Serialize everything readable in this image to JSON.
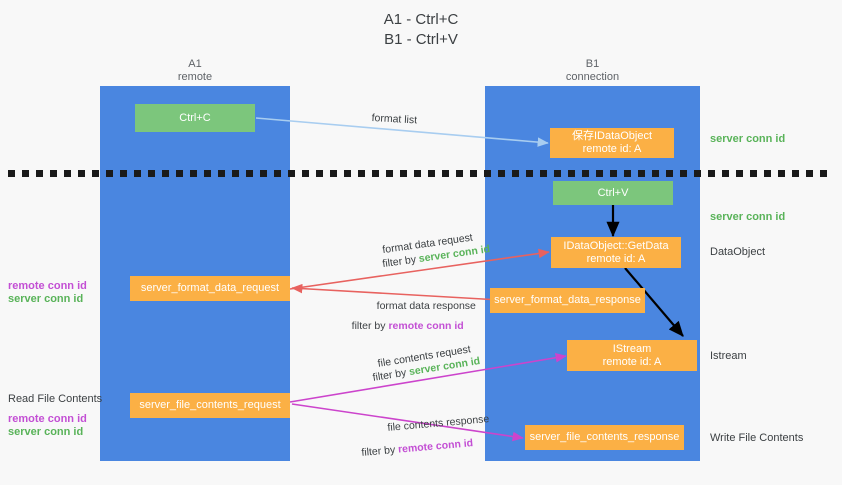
{
  "title": "A1 - Ctrl+C\nB1 - Ctrl+V",
  "lanes": {
    "left": {
      "label": "A1\nremote"
    },
    "right": {
      "label": "B1\nconnection"
    }
  },
  "boxes": {
    "ctrl_c": "Ctrl+C",
    "ctrl_v": "Ctrl+V",
    "save_idataobject": "保存IDataObject\nremote id: A",
    "getdata": "IDataObject::GetData\nremote id: A",
    "istream": "IStream\nremote id: A",
    "server_format_data_request": "server_format_data_request",
    "server_format_data_response": "server_format_data_response",
    "server_file_contents_request": "server_file_contents_request",
    "server_file_contents_response": "server_file_contents_response"
  },
  "annotations": {
    "server_conn_id_1": "server conn id",
    "server_conn_id_2": "server conn id",
    "dataobject": "DataObject",
    "istream_label": "Istream",
    "write_file_contents": "Write File Contents",
    "read_file_contents": "Read File Contents",
    "left_remote_conn_id_1": "remote conn id",
    "left_server_conn_id_1": "server conn id",
    "left_remote_conn_id_2": "remote conn id",
    "left_server_conn_id_2": "server conn id"
  },
  "arrow_labels": {
    "format_list": "format list",
    "format_data_request": "format data request",
    "format_data_request_filter_prefix": "filter by ",
    "format_data_request_filter_value": "server conn id",
    "format_data_response": "format data response",
    "format_data_response_filter_prefix": "filter by ",
    "format_data_response_filter_value": "remote conn id",
    "file_contents_request": "file contents request",
    "file_contents_request_filter_prefix": "filter by ",
    "file_contents_request_filter_value": "server conn id",
    "file_contents_response": "file contents response",
    "file_contents_response_filter_prefix": "filter by ",
    "file_contents_response_filter_value": "remote conn id"
  },
  "colors": {
    "lane": "#4a86e0",
    "green_box": "#7cc67c",
    "orange_box": "#fbb045",
    "green_text": "#59b359",
    "purple_text": "#c34fd4",
    "red_arrow": "#e8625f",
    "magenta_arrow": "#cc44cc",
    "lightblue_arrow": "#a8cdf0",
    "black_arrow": "#000000"
  }
}
